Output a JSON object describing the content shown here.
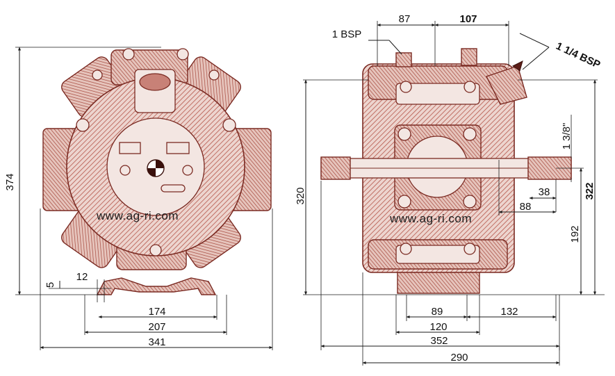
{
  "watermark": "www.ag-ri.com",
  "front_view": {
    "dims": {
      "height_total": "374",
      "offset_small": "5",
      "foot_slot": "12",
      "foot_inner": "174",
      "foot_outer": "207",
      "width_total": "341"
    }
  },
  "side_view": {
    "ports": {
      "inlet": "1 BSP",
      "outlet": "1 1/4 BSP",
      "shaft": "1 3/8\""
    },
    "dims": {
      "top_left": "87",
      "top_right": "107",
      "height_320": "320",
      "height_322": "322",
      "height_192": "192",
      "shaft_38": "38",
      "shaft_88": "88",
      "base_89": "89",
      "base_132": "132",
      "base_120": "120",
      "length_352": "352",
      "length_290": "290"
    }
  },
  "colors": {
    "body": "#b5564a",
    "outline": "#7a2a22",
    "dimension": "#1a1a1a"
  }
}
